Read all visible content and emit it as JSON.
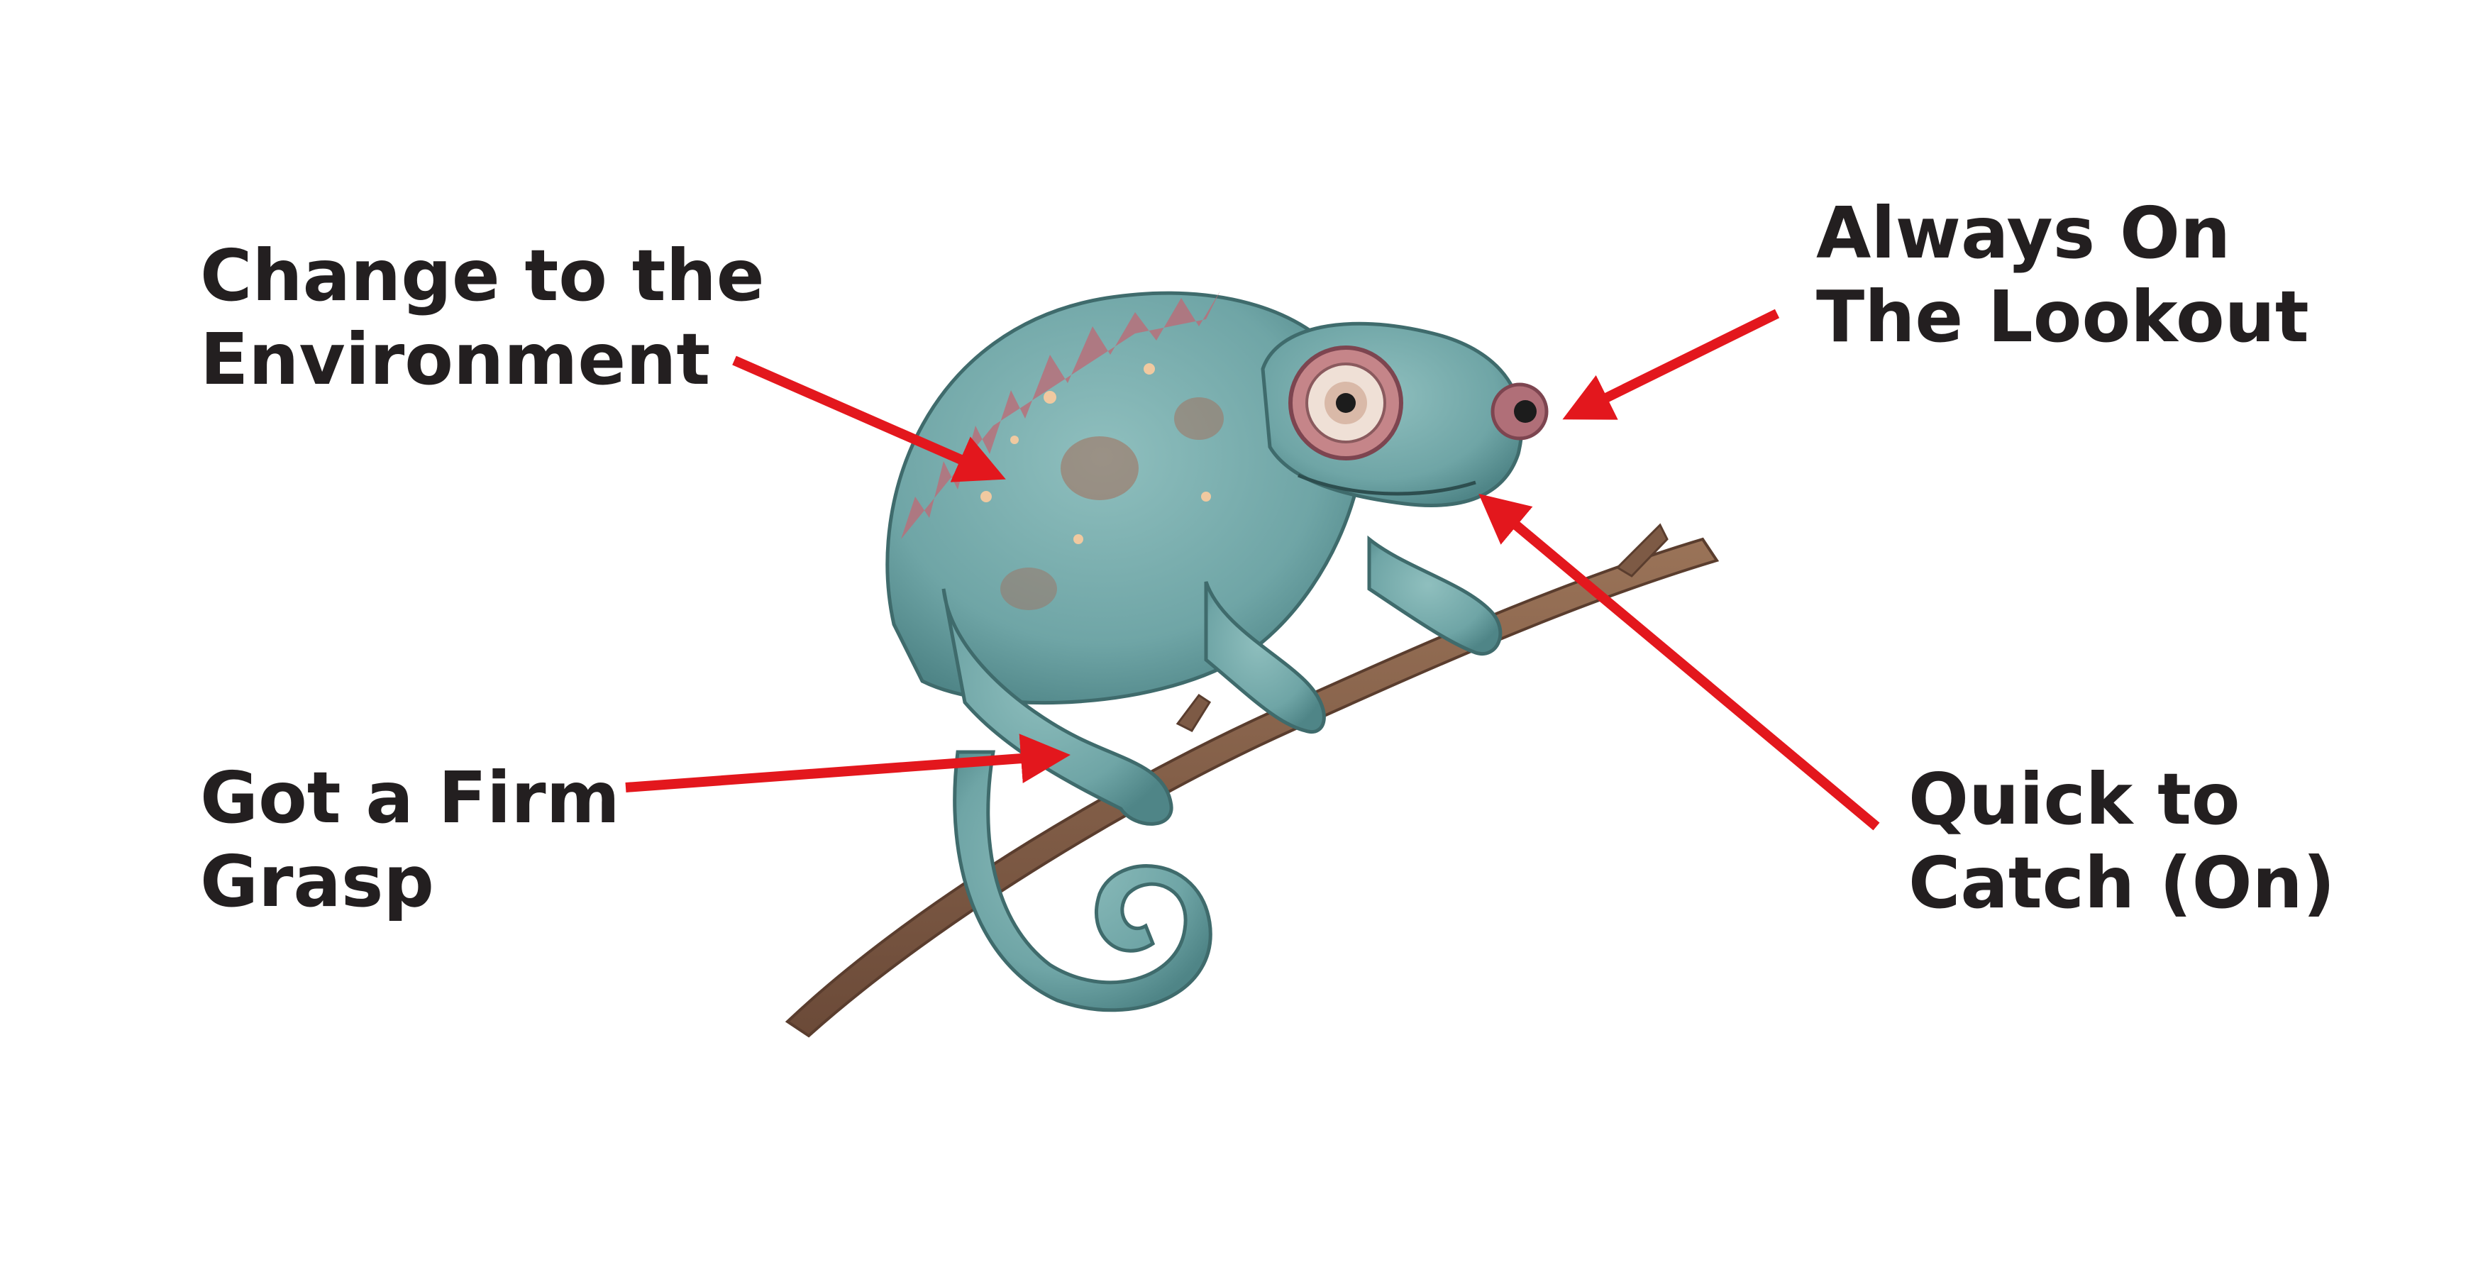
{
  "labels": {
    "change": {
      "line1": "Change to the",
      "line2": "Environment"
    },
    "grasp": {
      "line1": "Got a Firm",
      "line2": "Grasp"
    },
    "lookout": {
      "line1": "Always On",
      "line2": "The Lookout"
    },
    "catch": {
      "line1": "Quick to",
      "line2": "Catch (On)"
    }
  },
  "colors": {
    "arrow": "#e3171d",
    "text": "#231f20",
    "body": "#6fa5a6",
    "branch": "#7d5a45",
    "eye_ring": "#b3707b"
  }
}
